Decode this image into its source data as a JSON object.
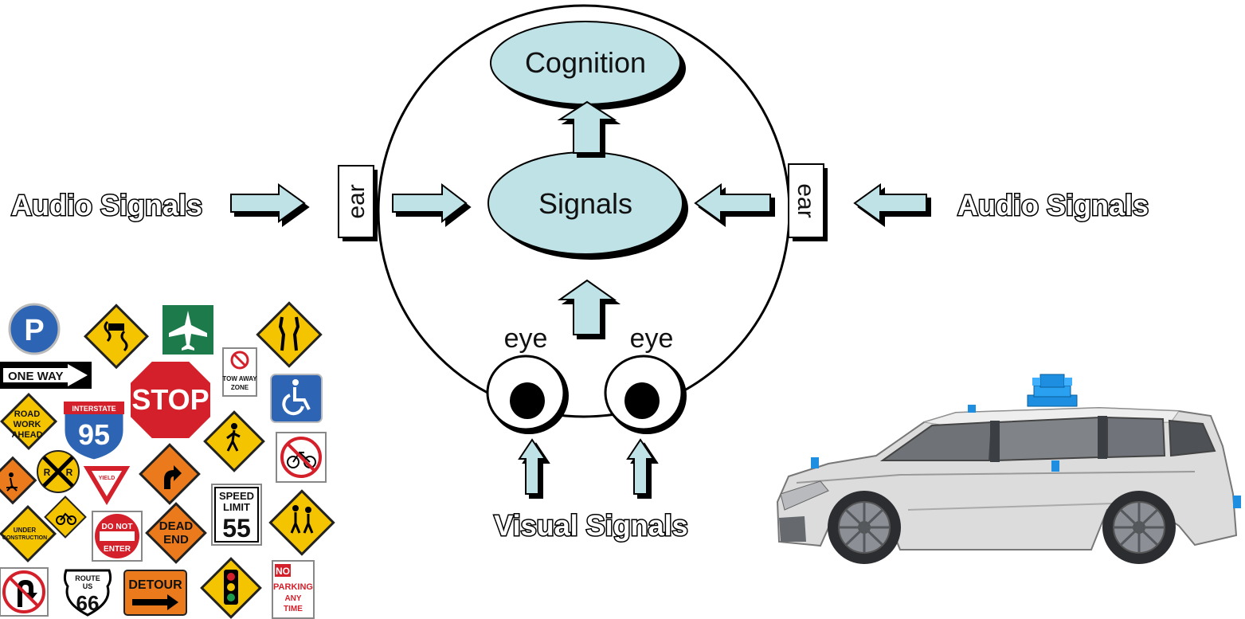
{
  "diagram": {
    "cognition_label": "Cognition",
    "signals_label": "Signals",
    "ear_left_label": "ear",
    "ear_right_label": "ear",
    "eye_left_label": "eye",
    "eye_right_label": "eye",
    "audio_left_label": "Audio Signals",
    "audio_right_label": "Audio Signals",
    "visual_label": "Visual Signals"
  },
  "signs": {
    "parking": "P",
    "one_way": "ONE WAY",
    "road_work_1": "ROAD",
    "road_work_2": "WORK",
    "road_work_3": "AHEAD",
    "interstate": "INTERSTATE",
    "interstate_num": "95",
    "stop": "STOP",
    "tow_1": "TOW AWAY",
    "tow_2": "ZONE",
    "yield": "YIELD",
    "rr_left": "R",
    "rr_right": "R",
    "under_1": "UNDER",
    "under_2": "CONSTRUCTION",
    "do_not": "DO NOT",
    "enter": "ENTER",
    "dead": "DEAD",
    "end": "END",
    "speed_1": "SPEED",
    "speed_2": "LIMIT",
    "speed_num": "55",
    "route_1": "ROUTE",
    "route_2": "US",
    "route_num": "66",
    "detour": "DETOUR",
    "no_parking_1": "NO",
    "no_parking_2": "PARKING",
    "no_parking_3": "ANY",
    "no_parking_4": "TIME"
  },
  "colors": {
    "node_fill": "#bfe2e6",
    "arrow_fill": "#bfe2e6",
    "sign_yellow": "#f5c400",
    "sign_red": "#d4202b",
    "sign_blue": "#2d64b3",
    "sign_green": "#1d7a4b",
    "sign_orange": "#ea7a1b",
    "car_body": "#dcdcdc",
    "sensor_blue": "#1e8fe0"
  },
  "icons": [
    "airplane-icon",
    "wheelchair-icon",
    "pedestrian-icon",
    "bicycle-icon",
    "children-crossing-icon",
    "worker-icon",
    "curve-arrow-icon",
    "traffic-light-icon",
    "no-u-turn-icon",
    "no-bicycle-icon",
    "slippery-road-icon",
    "narrowing-road-icon",
    "lidar-sensor-icon"
  ]
}
